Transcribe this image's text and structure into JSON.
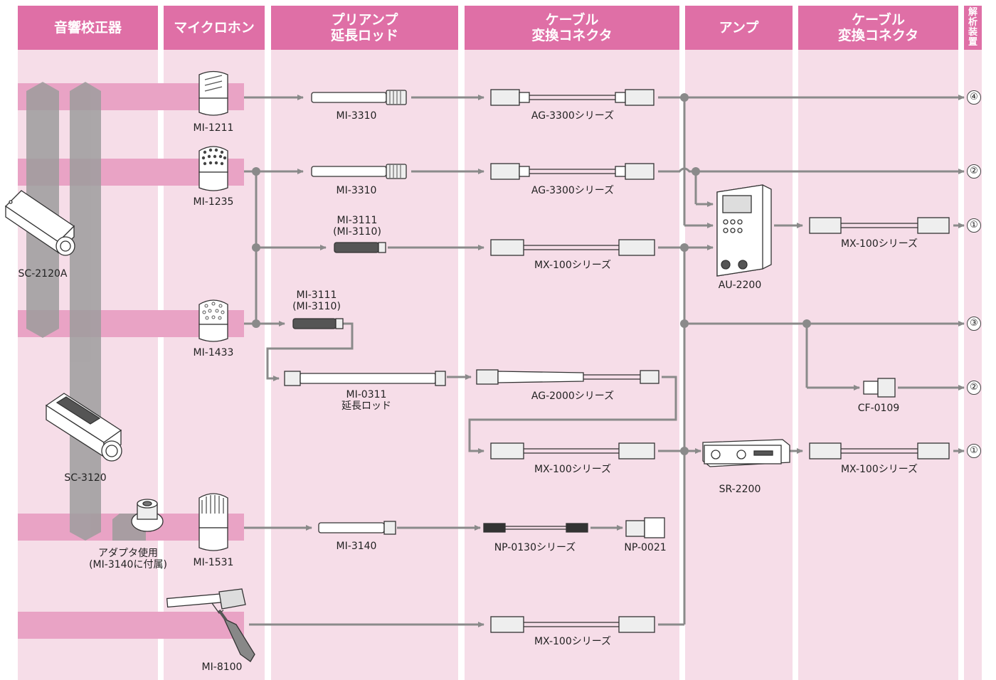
{
  "headers": {
    "calibrator": "音響校正器",
    "microphone": "マイクロホン",
    "preamp_line1": "プリアンプ",
    "preamp_line2": "延長ロッド",
    "cable1_line1": "ケーブル",
    "cable1_line2": "変換コネクタ",
    "amp": "アンプ",
    "cable2_line1": "ケーブル",
    "cable2_line2": "変換コネクタ",
    "analyzer": [
      "解",
      "析",
      "装",
      "置"
    ]
  },
  "calibrators": {
    "sc2120a": "SC-2120A",
    "sc3120": "SC-3120",
    "adapter_line1": "アダプタ使用",
    "adapter_line2": "(MI-3140に付属)"
  },
  "microphones": {
    "mi1211": "MI-1211",
    "mi1235": "MI-1235",
    "mi1433": "MI-1433",
    "mi1531": "MI-1531",
    "mi8100": "MI-8100"
  },
  "preamps": {
    "mi3310_a": "MI-3310",
    "mi3310_b": "MI-3310",
    "mi3111_a_line1": "MI-3111",
    "mi3111_a_line2": "(MI-3110)",
    "mi3111_b_line1": "MI-3111",
    "mi3111_b_line2": "(MI-3110)",
    "mi0311_line1": "MI-0311",
    "mi0311_line2": "延長ロッド",
    "mi3140": "MI-3140"
  },
  "cables": {
    "ag3300_a": "AG-3300シリーズ",
    "ag3300_b": "AG-3300シリーズ",
    "mx100_a": "MX-100シリーズ",
    "ag2000": "AG-2000シリーズ",
    "mx100_b": "MX-100シリーズ",
    "np0130": "NP-0130シリーズ",
    "np0021": "NP-0021",
    "mx100_c": "MX-100シリーズ"
  },
  "amps": {
    "au2200": "AU-2200",
    "sr2200": "SR-2200"
  },
  "cables2": {
    "mx100_d": "MX-100シリーズ",
    "cf0109": "CF-0109",
    "mx100_e": "MX-100シリーズ"
  },
  "outputs": {
    "o1": "④",
    "o2": "②",
    "o3": "①",
    "o4": "③",
    "o5": "②",
    "o6": "①"
  },
  "colors": {
    "header": "#df6fa6",
    "column": "#f6dde8",
    "band": "#e9a3c5",
    "bar": "#9d9d9d",
    "line": "#8a8a8a"
  }
}
